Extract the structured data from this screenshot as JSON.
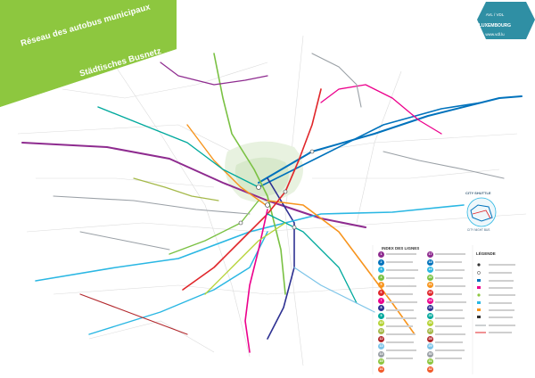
{
  "title": {
    "fr": "Réseau des autobus municipaux",
    "de": "Städtisches Busnetz"
  },
  "logo": {
    "top": "AVL / VDL",
    "name": "LUXEMBOURG",
    "sub": "www.vdl.lu"
  },
  "index": {
    "title": "INDEX DES LIGNES"
  },
  "legend": {
    "title": "LÉGENDE"
  },
  "city_shuttle": {
    "label": "CITY SHUTTLE",
    "sub": "CITY NIGHT BUS"
  },
  "colors": {
    "brand_green": "#8dc63f",
    "logo_teal": "#2f8fa4",
    "line_purple": "#8e2b8f",
    "line_blue": "#0072bc",
    "line_cyan": "#2ab7e3",
    "line_green": "#7ac143",
    "line_orange": "#f7941d",
    "line_red": "#e0262a",
    "line_pink": "#ec008c",
    "line_navy": "#2e3192",
    "line_teal": "#00a99d",
    "line_lime": "#b5d334",
    "line_grey": "#9aa0a6"
  },
  "line_badges": [
    {
      "n": "1"
    },
    {
      "n": "2"
    },
    {
      "n": "3"
    },
    {
      "n": "4"
    },
    {
      "n": "5"
    },
    {
      "n": "6"
    },
    {
      "n": "7"
    },
    {
      "n": "8"
    },
    {
      "n": "9"
    },
    {
      "n": "10"
    },
    {
      "n": "11"
    },
    {
      "n": "12"
    },
    {
      "n": "13"
    },
    {
      "n": "14"
    },
    {
      "n": "15"
    },
    {
      "n": "16"
    },
    {
      "n": "17"
    },
    {
      "n": "18"
    },
    {
      "n": "19"
    },
    {
      "n": "20"
    },
    {
      "n": "21"
    },
    {
      "n": "22"
    },
    {
      "n": "23"
    },
    {
      "n": "24"
    },
    {
      "n": "25"
    },
    {
      "n": "26"
    },
    {
      "n": "27"
    },
    {
      "n": "28"
    },
    {
      "n": "29"
    },
    {
      "n": "30"
    },
    {
      "n": "31"
    },
    {
      "n": "32"
    }
  ]
}
